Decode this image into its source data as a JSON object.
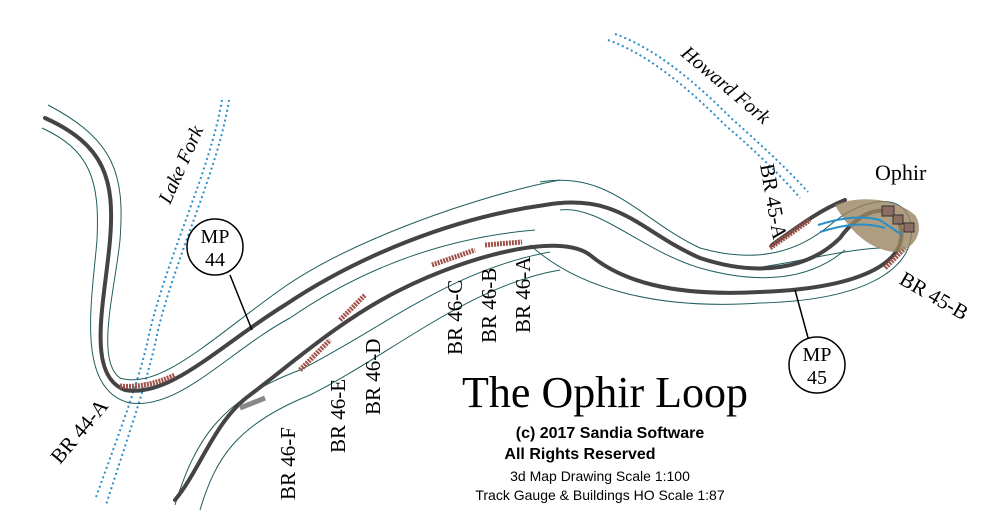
{
  "map": {
    "title": "The Ophir Loop",
    "copyright": "(c) 2017 Sandia Software",
    "rights": "All Rights Reserved",
    "scale_map": "3d Map Drawing Scale 1:100",
    "scale_track": "Track Gauge & Buildings HO Scale 1:87",
    "town": "Ophir",
    "rivers": {
      "lake_fork": "Lake Fork",
      "howard_fork": "Howard Fork"
    },
    "mileposts": [
      {
        "id": "mp44",
        "line1": "MP",
        "line2": "44"
      },
      {
        "id": "mp45",
        "line1": "MP",
        "line2": "45"
      }
    ],
    "bridges": {
      "br44a": "BR 44-A",
      "br45a": "BR 45-A",
      "br45b": "BR 45-B",
      "br46a": "BR 46-A",
      "br46b": "BR 46-B",
      "br46c": "BR 46-C",
      "br46d": "BR 46-D",
      "br46e": "BR 46-E",
      "br46f": "BR 46-F"
    },
    "colors": {
      "track": "#444444",
      "roadbed": "#1f5d5d",
      "river": "#2a8fc9",
      "bridge": "#a0524a",
      "town": "#9a8460"
    }
  }
}
